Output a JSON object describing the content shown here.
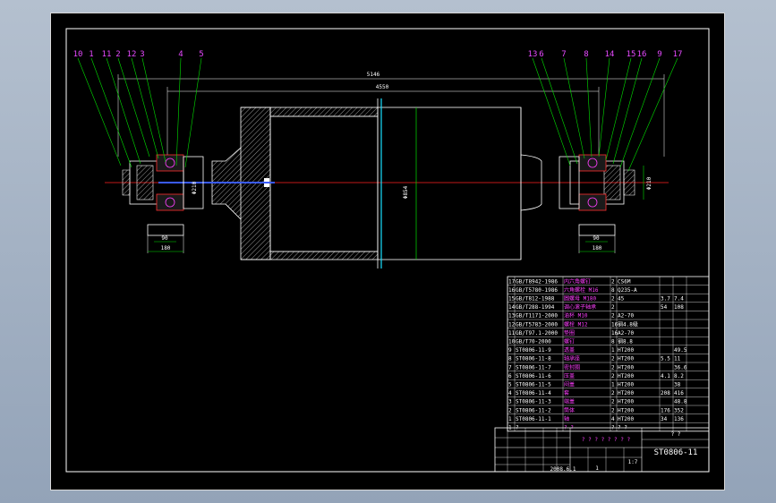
{
  "callouts_left": [
    "10",
    "1",
    "11",
    "2",
    "12",
    "3",
    "4",
    "5"
  ],
  "callouts_right": [
    "13",
    "6",
    "7",
    "8",
    "14",
    "15",
    "16",
    "9",
    "17"
  ],
  "dimensions": {
    "overall": "5146",
    "body": "4550",
    "drum_dia": "Φ854",
    "left_width": "90",
    "left_base": "180",
    "right_width": "90",
    "right_base": "180",
    "shaft_left": "Φ210",
    "shaft_right": "Φ210"
  },
  "bom_rows": [
    {
      "no": "17",
      "code": "GB/T8942-1986",
      "name": "内六角螺钉",
      "qty": "2",
      "mat": "CS6M",
      "w1": "",
      "w2": ""
    },
    {
      "no": "16",
      "code": "GB/T5780-1986",
      "name": "六角螺栓 M16",
      "qty": "8",
      "mat": "Q235-A",
      "w1": "",
      "w2": ""
    },
    {
      "no": "15",
      "code": "GB/T812-1988",
      "name": "圆螺母 M180",
      "qty": "2",
      "mat": "45",
      "w1": "3.7",
      "w2": "7.4"
    },
    {
      "no": "14",
      "code": "GB/T288-1994",
      "name": "调心滚子轴承",
      "qty": "2",
      "mat": "",
      "w1": "54",
      "w2": "108"
    },
    {
      "no": "13",
      "code": "GB/T1171-2000",
      "name": "油杯 M10",
      "qty": "2",
      "mat": "A2-70",
      "w1": "",
      "w2": ""
    },
    {
      "no": "12",
      "code": "GB/T5783-2000",
      "name": "螺栓 M12",
      "qty": "16",
      "mat": "钢4.8级",
      "w1": "",
      "w2": ""
    },
    {
      "no": "11",
      "code": "GB/T97.1-2000",
      "name": "垫圈",
      "qty": "16",
      "mat": "A2-70",
      "w1": "",
      "w2": ""
    },
    {
      "no": "10",
      "code": "GB/T70-2000",
      "name": "螺钉",
      "qty": "8",
      "mat": "钢8.8",
      "w1": "",
      "w2": ""
    },
    {
      "no": "9",
      "code": "ST0806-11-9",
      "name": "透盖",
      "qty": "1",
      "mat": "HT200",
      "w1": "",
      "w2": "49.5"
    },
    {
      "no": "8",
      "code": "ST0806-11-8",
      "name": "轴承座",
      "qty": "2",
      "mat": "HT200",
      "w1": "5.5",
      "w2": "11"
    },
    {
      "no": "7",
      "code": "ST0806-11-7",
      "name": "密封圈",
      "qty": "2",
      "mat": "HT200",
      "w1": "",
      "w2": "36.6"
    },
    {
      "no": "6",
      "code": "ST0806-11-6",
      "name": "压盖",
      "qty": "2",
      "mat": "HT200",
      "w1": "4.1",
      "w2": "8.2"
    },
    {
      "no": "5",
      "code": "ST0806-11-5",
      "name": "闷盖",
      "qty": "1",
      "mat": "HT200",
      "w1": "",
      "w2": "38"
    },
    {
      "no": "4",
      "code": "ST0806-11-4",
      "name": "套",
      "qty": "2",
      "mat": "HT200",
      "w1": "208",
      "w2": "416"
    },
    {
      "no": "3",
      "code": "ST0806-11-3",
      "name": "端盖",
      "qty": "2",
      "mat": "HT200",
      "w1": "",
      "w2": "48.8"
    },
    {
      "no": "2",
      "code": "ST0806-11-2",
      "name": "筒体",
      "qty": "2",
      "mat": "HT200",
      "w1": "176",
      "w2": "352"
    },
    {
      "no": "1",
      "code": "ST0806-11-1",
      "name": "轴",
      "qty": "4",
      "mat": "HT200",
      "w1": "34",
      "w2": "136"
    }
  ],
  "bom_header": {
    "no": "1",
    "code": "?",
    "name": "? ?",
    "qty": "?",
    "mat": "? ?",
    "w1": "",
    "w2": ""
  },
  "title_block": {
    "drawing_no": "ST0806-11",
    "title_marks": "? ? ? ? ? ? ? ?",
    "top_marks": "? ?",
    "scale": "1:7",
    "sheet": "1",
    "date": "2008.6.1"
  }
}
